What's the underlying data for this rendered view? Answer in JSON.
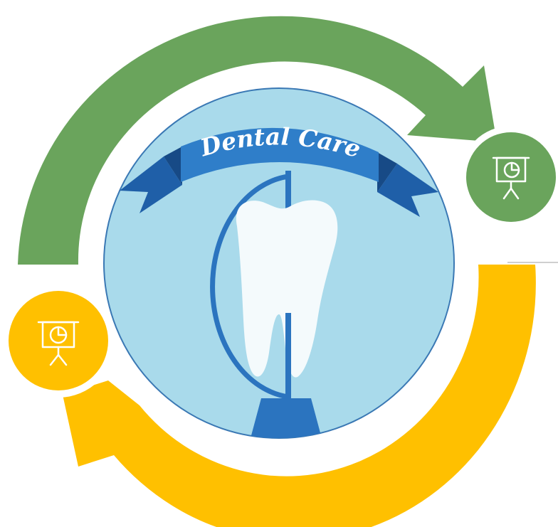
{
  "banner": {
    "title": "Dental Care"
  },
  "colors": {
    "green": "#6AA45C",
    "yellow": "#FFC000",
    "circle_fill": "#A9DAEB",
    "circle_stroke": "#3A78B4",
    "ribbon_dark": "#1F5FA8",
    "ribbon_light": "#2F7EC9",
    "tooth": "#F4FAFC",
    "stand": "#2B74BF",
    "divider": "#BFBFBF"
  },
  "nodes": [
    {
      "name": "green-node",
      "color": "#6AA45C",
      "icon": "presentation-chart-icon"
    },
    {
      "name": "yellow-node",
      "color": "#FFC000",
      "icon": "presentation-chart-icon"
    }
  ]
}
